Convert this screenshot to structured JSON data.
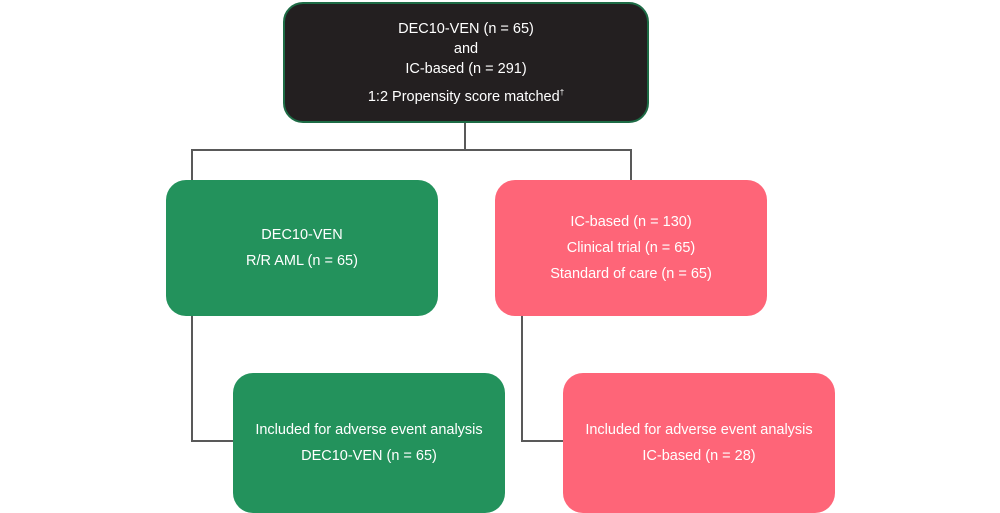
{
  "top_box": {
    "lines": [
      "DEC10-VEN (n = 65)",
      "and",
      "IC-based (n = 291)",
      "1:2 Propensity score matched"
    ],
    "footnote_mark": "†"
  },
  "left_box": {
    "lines": [
      "DEC10-VEN",
      "R/R AML (n = 65)"
    ]
  },
  "right_box": {
    "lines": [
      "IC-based (n = 130)",
      "Clinical trial (n = 65)",
      "Standard of care (n = 65)"
    ]
  },
  "left_bottom_box": {
    "lines": [
      "Included for adverse event analysis",
      "DEC10-VEN (n = 65)"
    ]
  },
  "right_bottom_box": {
    "lines": [
      "Included for adverse event analysis",
      "IC-based (n = 28)"
    ]
  },
  "colors": {
    "dark": "#231f20",
    "green": "#23925c",
    "pink": "#fe6578",
    "line": "#595959"
  }
}
